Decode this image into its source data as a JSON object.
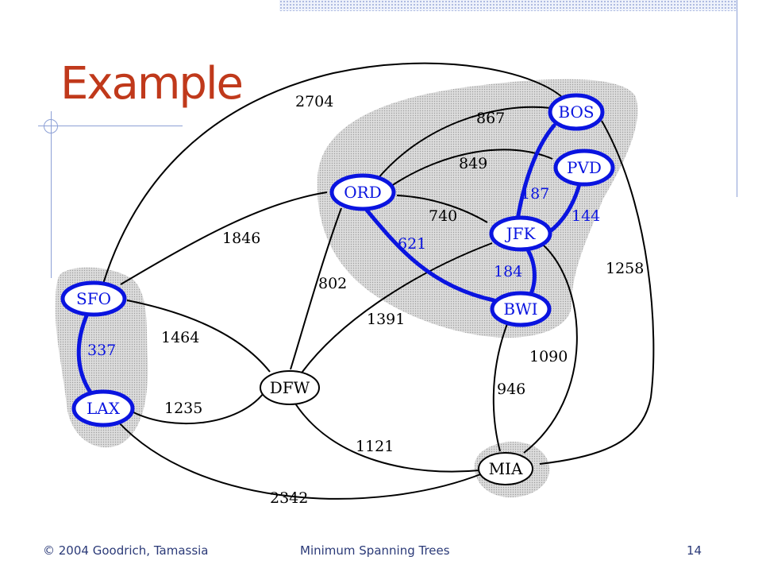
{
  "slide": {
    "title": "Example",
    "footer_left": "© 2004 Goodrich, Tamassia",
    "footer_center": "Minimum Spanning Trees",
    "page_number": "14"
  },
  "graph": {
    "nodes": [
      "BOS",
      "PVD",
      "ORD",
      "JFK",
      "BWI",
      "SFO",
      "LAX",
      "DFW",
      "MIA"
    ],
    "edges": [
      {
        "from": "SFO",
        "to": "BOS",
        "weight": "2704"
      },
      {
        "from": "ORD",
        "to": "BOS",
        "weight": "867"
      },
      {
        "from": "ORD",
        "to": "PVD",
        "weight": "849"
      },
      {
        "from": "ORD",
        "to": "JFK",
        "weight": "740"
      },
      {
        "from": "ORD",
        "to": "BWI",
        "weight": "621"
      },
      {
        "from": "BOS",
        "to": "JFK",
        "weight": "187"
      },
      {
        "from": "PVD",
        "to": "JFK",
        "weight": "144"
      },
      {
        "from": "JFK",
        "to": "BWI",
        "weight": "184"
      },
      {
        "from": "SFO",
        "to": "ORD",
        "weight": "1846"
      },
      {
        "from": "ORD",
        "to": "DFW",
        "weight": "802"
      },
      {
        "from": "BOS",
        "to": "MIA",
        "weight": "1258"
      },
      {
        "from": "SFO",
        "to": "LAX",
        "weight": "337"
      },
      {
        "from": "SFO",
        "to": "DFW",
        "weight": "1464"
      },
      {
        "from": "JFK",
        "to": "DFW",
        "weight": "1391"
      },
      {
        "from": "JFK",
        "to": "MIA",
        "weight": "1090"
      },
      {
        "from": "BWI",
        "to": "MIA",
        "weight": "946"
      },
      {
        "from": "LAX",
        "to": "DFW",
        "weight": "1235"
      },
      {
        "from": "DFW",
        "to": "MIA",
        "weight": "1121"
      },
      {
        "from": "LAX",
        "to": "MIA",
        "weight": "2342"
      }
    ],
    "highlighted_edges": [
      "BOS-JFK",
      "PVD-JFK",
      "JFK-BWI",
      "ORD-BWI",
      "SFO-LAX"
    ],
    "highlighted_nodes": [
      "BOS",
      "PVD",
      "ORD",
      "JFK",
      "BWI",
      "SFO",
      "LAX"
    ],
    "colors": {
      "highlight": "#0a14e0",
      "edge": "#000000",
      "cloud": "#c8c8c8",
      "title": "#c0391b"
    }
  }
}
